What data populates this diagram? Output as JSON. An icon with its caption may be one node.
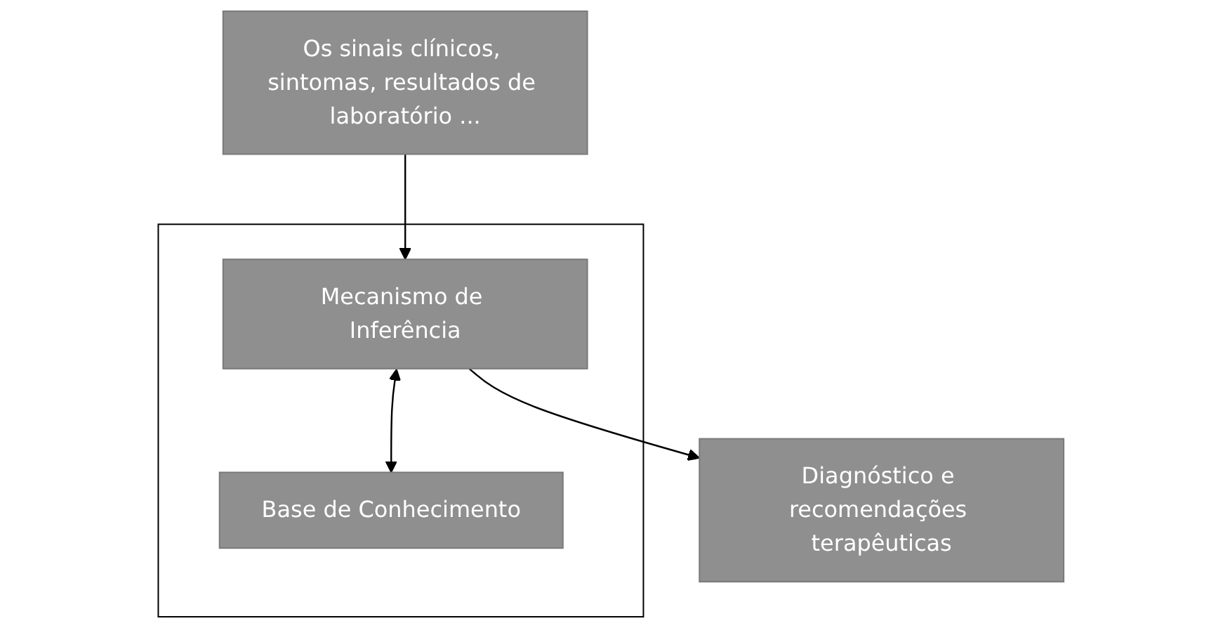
{
  "diagram": {
    "nodes": [
      {
        "text": [
          "Os sinais clínicos, sintomas, resultados de laboratório ..."
        ]
      },
      {
        "text": [],
        "shape": "box"
      },
      {
        "text": [
          "Mecanismo de Inferência"
        ],
        "in": 1
      },
      {
        "text": [
          "Base de Conhecimento"
        ],
        "in": 1
      },
      {
        "text": [
          "Diagnóstico e recomendações terapêuticas"
        ]
      }
    ],
    "edges": [
      {
        "from": 0,
        "to": 2,
        "arrow": "to"
      },
      {
        "from": 2,
        "to": 3,
        "arrow": "both"
      },
      {
        "from": 2,
        "to": 4,
        "arrow": "to"
      }
    ]
  }
}
